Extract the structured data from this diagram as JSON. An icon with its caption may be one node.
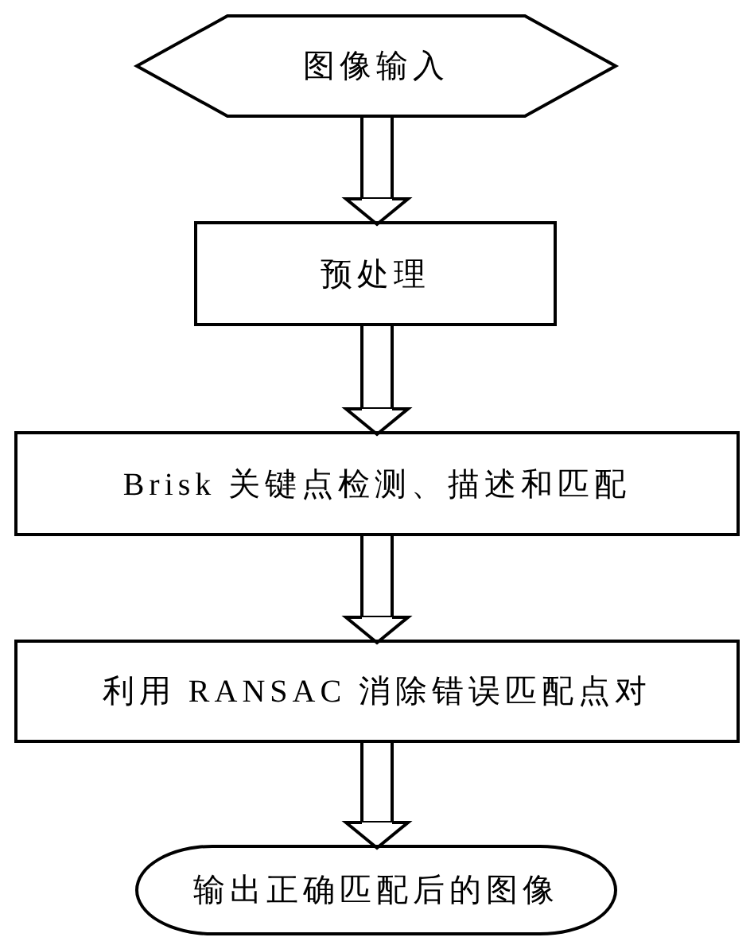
{
  "diagram": {
    "nodes": [
      {
        "text": [
          "图像输入"
        ]
      },
      {
        "text": [
          "预处理"
        ]
      },
      {
        "text": [
          "Brisk 关键点检测、描述和匹配"
        ]
      },
      {
        "text": [
          "利用 RANSAC 消除错误匹配点对"
        ]
      },
      {
        "text": [
          "输出正确匹配后的图像"
        ]
      }
    ],
    "edges": [
      {
        "from": 0,
        "to": 1,
        "arrow": "to"
      },
      {
        "from": 1,
        "to": 2,
        "arrow": "to"
      },
      {
        "from": 2,
        "to": 3,
        "arrow": "to"
      },
      {
        "from": 3,
        "to": 4,
        "arrow": "to"
      }
    ]
  }
}
